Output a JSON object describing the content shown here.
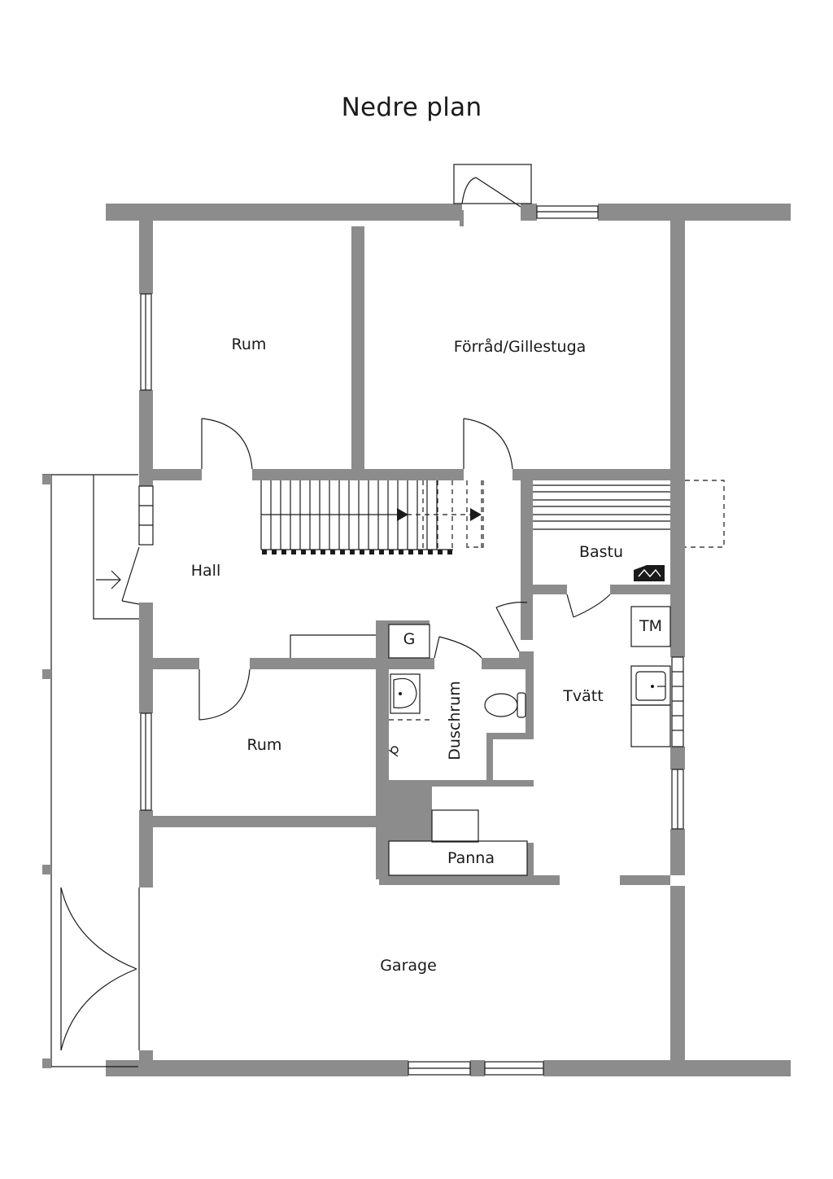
{
  "title": "Nedre plan",
  "colors": {
    "wall": "#8c8c8c",
    "line": "#1a1a1a",
    "background": "#ffffff"
  },
  "rooms": {
    "rum_top": "Rum",
    "forrad": "Förråd/Gillestuga",
    "hall": "Hall",
    "bastu": "Bastu",
    "g": "G",
    "tm": "TM",
    "tvatt": "Tvätt",
    "duschrum": "Duschrum",
    "rum_bottom": "Rum",
    "panna": "Panna",
    "garage": "Garage"
  }
}
